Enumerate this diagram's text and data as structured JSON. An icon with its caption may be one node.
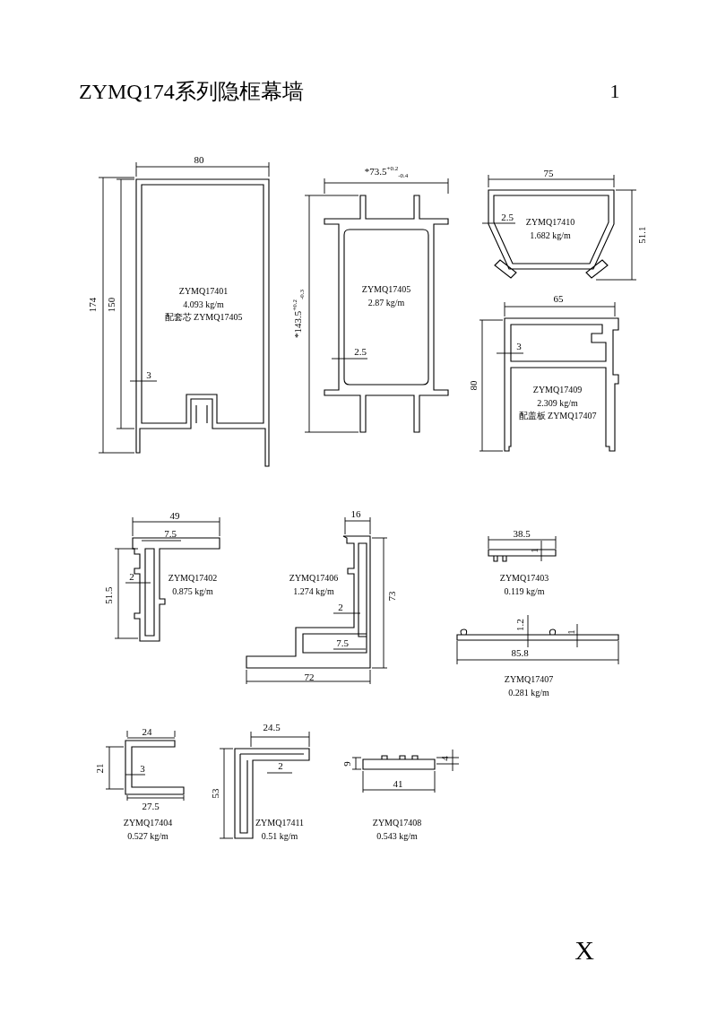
{
  "diagram": {
    "title": "ZYMQ174系列隐框幕墙",
    "nodes": [
      {
        "text": [
          "ZYMQ17401",
          "4.093 kg/m",
          "配套芯 ZYMQ17405"
        ]
      },
      {
        "text": [
          "ZYMQ17405",
          "2.87 kg/m"
        ]
      },
      {
        "text": [
          "ZYMQ17410",
          "1.682 kg/m"
        ]
      },
      {
        "text": [
          "ZYMQ17409",
          "2.309 kg/m",
          "配盖板 ZYMQ17407"
        ]
      },
      {
        "text": [
          "ZYMQ17402",
          "0.875 kg/m"
        ]
      },
      {
        "text": [
          "ZYMQ17406",
          "1.274 kg/m"
        ]
      },
      {
        "text": [
          "ZYMQ17403",
          "0.119 kg/m"
        ]
      },
      {
        "text": [
          "ZYMQ17407",
          "0.281 kg/m"
        ]
      },
      {
        "text": [
          "ZYMQ17404",
          "0.527 kg/m"
        ]
      },
      {
        "text": [
          "ZYMQ17411",
          "0.51 kg/m"
        ]
      },
      {
        "text": [
          "ZYMQ17408",
          "0.543 kg/m"
        ]
      }
    ],
    "labels": [
      "1",
      "80",
      "174",
      "150",
      "3",
      "*73.5$^{+0.2}$$_{-0.4}$",
      "*143.5$^{+0.2}$$_{-0.3}$",
      "2.5",
      "75",
      "2.5",
      "51.1",
      "65",
      "3",
      "80",
      "49",
      "7.5",
      "51.5",
      "2",
      "16",
      "73",
      "2",
      "7.5",
      "72",
      "38.5",
      "1",
      "1.2",
      "1",
      "85.8",
      "24",
      "21",
      "3",
      "27.5",
      "24.5",
      "2",
      "53",
      "9",
      "4",
      "41",
      "X"
    ]
  }
}
